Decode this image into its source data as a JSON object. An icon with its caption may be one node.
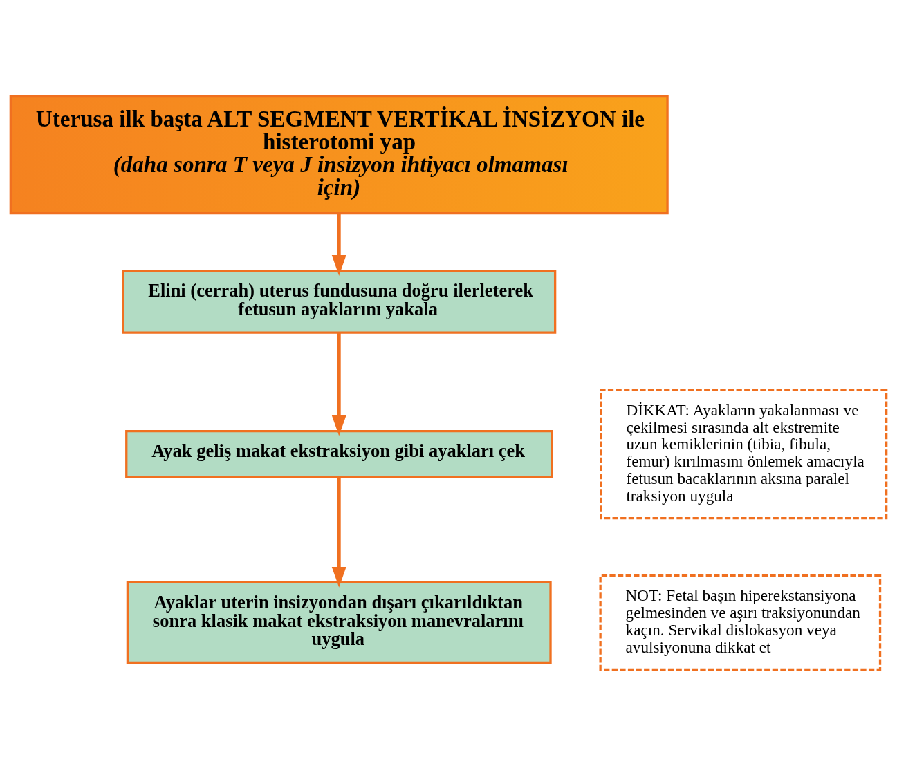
{
  "diagram": {
    "nodes": [
      {
        "text": [
          "Uterusa ilk başta ALT SEGMENT VERTİKAL İNSİZYON ile histerotomi yap",
          "(daha sonra T veya J insizyon ihtiyacı olmaması için)"
        ]
      },
      {
        "text": [
          "Elini (cerrah) uterus fundusuna doğru ilerleterek fetusun ayaklarını yakala"
        ]
      },
      {
        "text": [
          "Ayak geliş makat ekstraksiyon gibi ayakları çek"
        ]
      },
      {
        "text": [
          "Ayaklar uterin insizyondan dışarı çıkarıldıktan sonra klasik makat ekstraksiyon manevralarını uygula"
        ]
      },
      {
        "text": [
          "DİKKAT: Ayakların yakalanması ve çekilmesi sırasında alt ekstremite uzun kemiklerinin (tibia, fibula, femur) kırılmasını önlemek amacıyla fetusun bacaklarının aksına paralel traksiyon uygula"
        ]
      },
      {
        "text": [
          "NOT: Fetal başın hiperekstansiyona gelmesinden ve aşırı traksiyonundan kaçın. Servikal dislokasyon veya avulsiyonuna dikkat et"
        ]
      }
    ],
    "edges": [
      {
        "from": 0,
        "to": 1,
        "arrow": "to"
      },
      {
        "from": 1,
        "to": 2,
        "arrow": "to"
      },
      {
        "from": 2,
        "to": 3,
        "arrow": "to"
      }
    ]
  }
}
